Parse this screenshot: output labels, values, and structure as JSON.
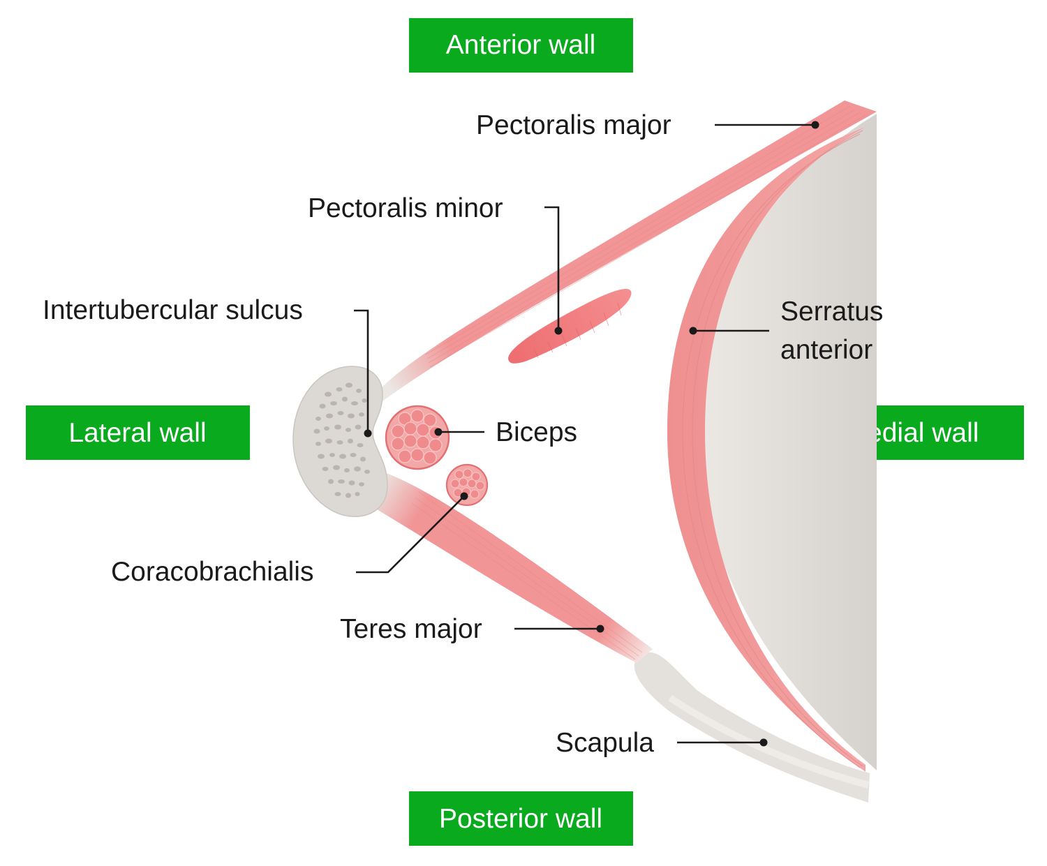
{
  "colors": {
    "wall_badge": "#0aaa1e",
    "muscle": "#f19596",
    "muscle_light": "#f6b6b6",
    "bone": "#dad7d3",
    "bone_light": "#ede9e5",
    "leader": "#1a1a1a"
  },
  "walls": {
    "anterior": "Anterior wall",
    "lateral": "Lateral wall",
    "medial": "Medial wall",
    "posterior": "Posterior wall"
  },
  "structures": {
    "pectoralis_major": "Pectoralis major",
    "pectoralis_minor": "Pectoralis minor",
    "intertubercular_sulcus": "Intertubercular sulcus",
    "serratus_anterior_line1": "Serratus",
    "serratus_anterior_line2": "anterior",
    "biceps": "Biceps",
    "coracobrachialis": "Coracobrachialis",
    "teres_major": "Teres major",
    "scapula": "Scapula"
  }
}
